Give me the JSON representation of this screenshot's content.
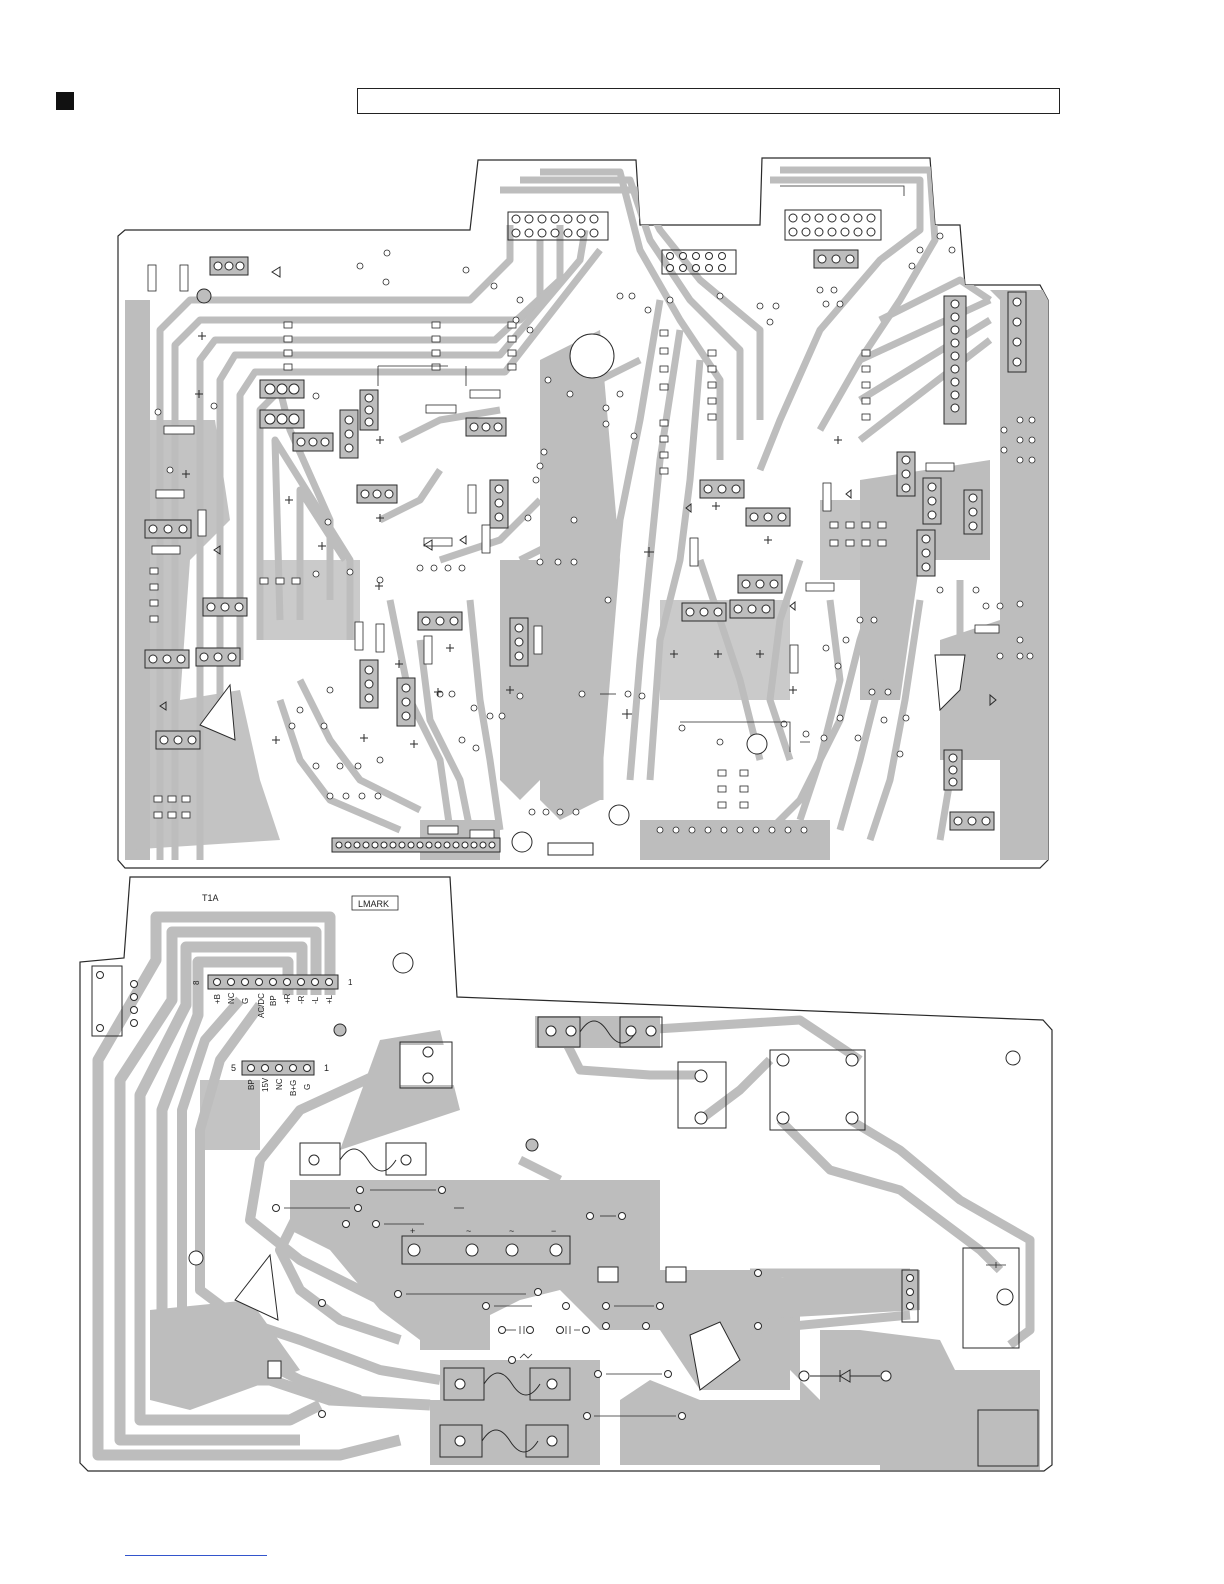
{
  "page": {
    "title_box_text": "",
    "section_marker": "square-bullet-icon"
  },
  "board_lower": {
    "transformer_label": "T1A",
    "mark_label": "LMARK",
    "connector_top": {
      "pin_left": "8",
      "pin_right": "1",
      "pins": [
        "+B",
        "NC",
        "G",
        "AC/DC",
        "BP",
        "+R",
        "-R",
        "-L",
        "+L"
      ]
    },
    "connector_mid": {
      "pin_left": "5",
      "pin_right": "1",
      "pins": [
        "BP",
        "15V",
        "NC",
        "B+G",
        "G"
      ]
    },
    "rectifier_marks": [
      "+",
      "~",
      "~",
      "−"
    ]
  },
  "colors": {
    "copper": "#bdbdbd",
    "outline": "#2a2a2a",
    "pad": "#ffffff"
  }
}
